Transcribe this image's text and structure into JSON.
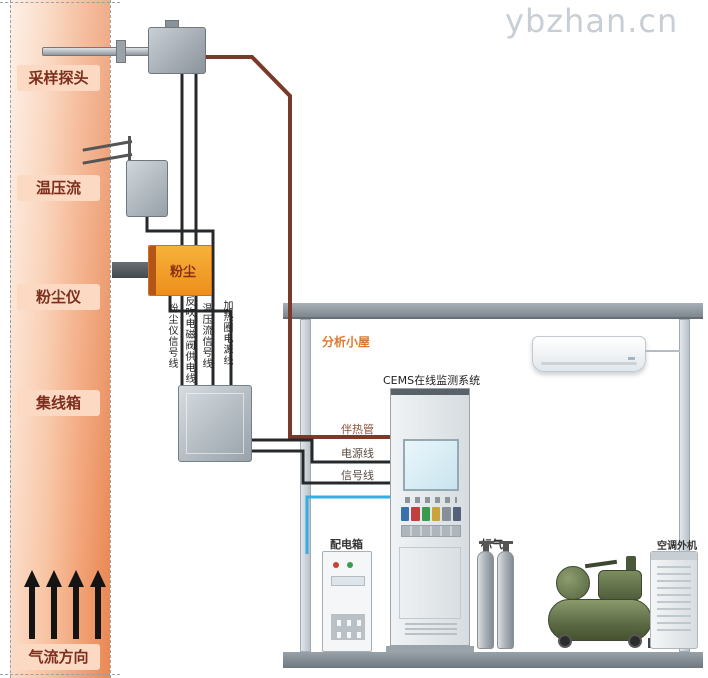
{
  "watermark": "ybzhan.cn",
  "stack": {
    "probe_label": "采样探头",
    "temp_flow_label": "温压流",
    "dust_label": "粉尘仪",
    "junction_label": "集线箱",
    "airflow_label": "气流方向"
  },
  "devices": {
    "dust_meter_text": "粉尘"
  },
  "cables": {
    "dust_signal": "粉尘仪信号线",
    "blowback_power": "反吹电磁阀供电线",
    "temp_flow_signal": "温压流信号线",
    "heater_power": "加热圈电源线"
  },
  "shelter": {
    "title": "分析小屋",
    "cems_title": "CEMS在线监测系统",
    "heat_trace_label": "伴热管",
    "power_label": "电源线",
    "signal_label": "信号线",
    "power_box_label": "配电箱",
    "std_gas_label": "标气",
    "ac_outdoor_label": "空调外机"
  },
  "colors": {
    "heat_trace_wire": "#7a3a2a",
    "power_wire": "#26292c",
    "signal_wire": "#35aee2",
    "accent": "#e0772e"
  }
}
